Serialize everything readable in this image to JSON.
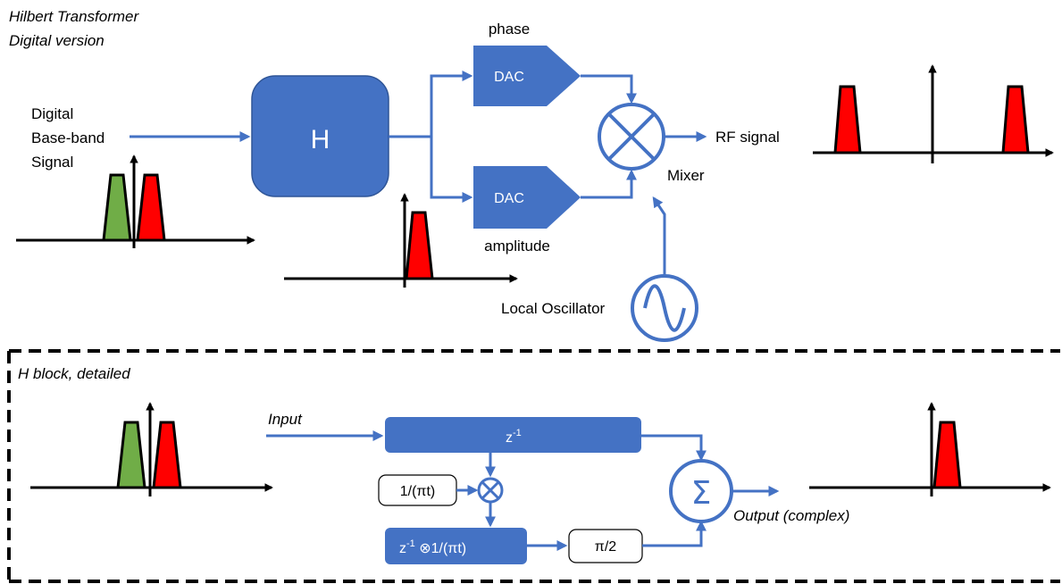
{
  "title": {
    "line1": "Hilbert Transformer",
    "line2": "Digital version"
  },
  "input_label": {
    "line1": "Digital",
    "line2": "Base-band",
    "line3": "Signal"
  },
  "h_block_label": "H",
  "dac_top": {
    "label": "DAC",
    "caption": "phase"
  },
  "dac_bottom": {
    "label": "DAC",
    "caption": "amplitude"
  },
  "mixer_label": "Mixer",
  "rf_label": "RF signal",
  "oscillator_label": "Local Oscillator",
  "detail": {
    "title": "H block, detailed",
    "input_label": "Input",
    "delay_block": {
      "main": "z",
      "sup": "-1"
    },
    "kernel_label": "1/(πt)",
    "conv_block": {
      "main": "z",
      "sup": "-1",
      "rest": " ⊗1/(πt)"
    },
    "phase_shift_label": "π/2",
    "sum_symbol": "Σ",
    "output_label": "Output (complex)"
  },
  "colors": {
    "accent": "#4472C4",
    "negative_band": "#70AD47",
    "positive_band": "#FF0000",
    "axis": "#000000"
  }
}
